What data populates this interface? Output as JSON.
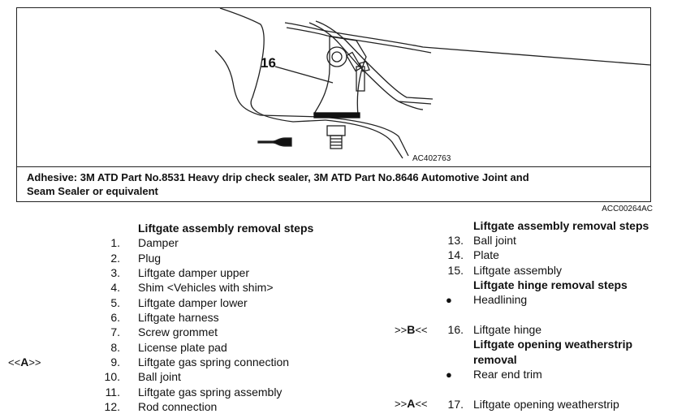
{
  "figure": {
    "callout_number": "16",
    "figure_code": "AC402763",
    "caption_line1": "Adhesive: 3M ATD Part No.8531 Heavy drip check sealer, 3M ATD Part No.8646 Automotive Joint and",
    "caption_line2": "Seam Sealer or equivalent",
    "ref_code": "ACC00264AC"
  },
  "left_column": {
    "header": "Liftgate assembly removal steps",
    "steps": [
      {
        "num": "1.",
        "label": "Damper"
      },
      {
        "num": "2.",
        "label": "Plug"
      },
      {
        "num": "3.",
        "label": "Liftgate damper upper"
      },
      {
        "num": "4.",
        "label": "Shim <Vehicles with shim>"
      },
      {
        "num": "5.",
        "label": "Liftgate damper lower"
      },
      {
        "num": "6.",
        "label": "Liftgate harness"
      },
      {
        "num": "7.",
        "label": "Screw grommet"
      },
      {
        "num": "8.",
        "label": "License plate pad"
      },
      {
        "num": "9.",
        "label": "Liftgate gas spring connection",
        "ref_prefix": "<<",
        "ref_letter": "A",
        "ref_suffix": ">>"
      },
      {
        "num": "10.",
        "label": "Ball joint"
      },
      {
        "num": "11.",
        "label": "Liftgate gas spring assembly"
      },
      {
        "num": "12.",
        "label": "Rod connection"
      }
    ]
  },
  "right_column": {
    "header1": "Liftgate assembly removal steps",
    "steps1": [
      {
        "num": "13.",
        "label": "Ball joint"
      },
      {
        "num": "14.",
        "label": "Plate"
      },
      {
        "num": "15.",
        "label": "Liftgate assembly"
      }
    ],
    "header2": "Liftgate hinge removal steps",
    "bullet2": "Headlining",
    "step16": {
      "num": "16.",
      "label": "Liftgate hinge",
      "ref_prefix": ">>",
      "ref_letter": "B",
      "ref_suffix": "<<"
    },
    "header3_line1": "Liftgate opening weatherstrip",
    "header3_line2": "removal",
    "bullet3": "Rear end trim",
    "step17": {
      "num": "17.",
      "label": "Liftgate opening weatherstrip",
      "ref_prefix": ">>",
      "ref_letter": "A",
      "ref_suffix": "<<"
    }
  }
}
